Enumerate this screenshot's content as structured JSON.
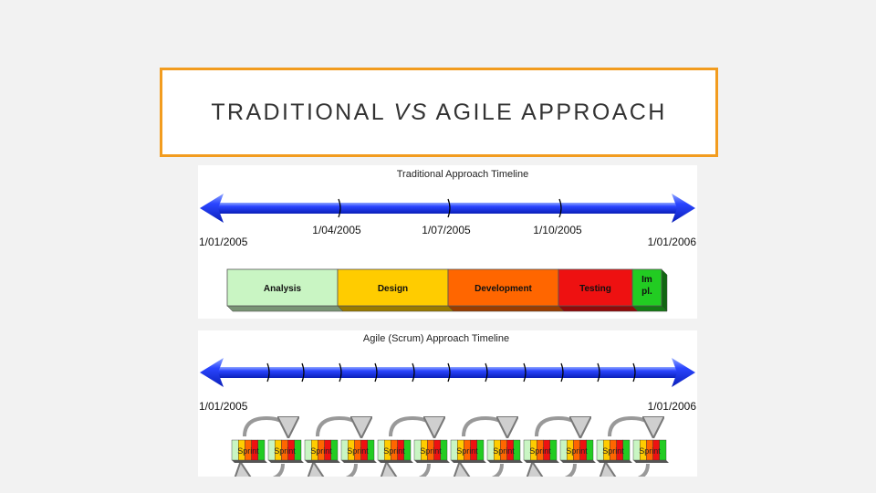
{
  "title": {
    "part1": "TRADITIONAL ",
    "part2": "VS",
    "part3": " AGILE APPROACH"
  },
  "traditional": {
    "heading": "Traditional Approach Timeline",
    "start_label": "1/01/2005",
    "end_label": "1/01/2006",
    "milestones": [
      "1/04/2005",
      "1/07/2005",
      "1/10/2005"
    ],
    "phases": [
      {
        "label": "Analysis",
        "color": "#c9f5c3"
      },
      {
        "label": "Design",
        "color": "#ffcc00"
      },
      {
        "label": "Development",
        "color": "#ff6600"
      },
      {
        "label": "Testing",
        "color": "#ee1111"
      },
      {
        "label": "Im pl.",
        "color": "#22cc22"
      }
    ]
  },
  "agile": {
    "heading": "Agile (Scrum) Approach Timeline",
    "start_label": "1/01/2005",
    "end_label": "1/01/2006",
    "sprint_label": "Sprint",
    "sprint_count": 12,
    "sprint_colors": [
      "#c9f5c3",
      "#ffcc00",
      "#ff6600",
      "#ee1111",
      "#22cc22"
    ]
  },
  "colors": {
    "title_border": "#f29c1f",
    "timeline_blue": "#2a45ff"
  }
}
